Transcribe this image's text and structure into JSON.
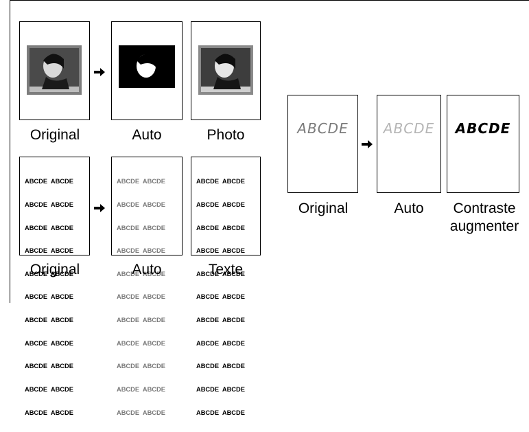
{
  "photo_row": {
    "labels": {
      "original": "Original",
      "auto": "Auto",
      "photo": "Photo"
    }
  },
  "text_row": {
    "labels": {
      "original": "Original",
      "auto": "Auto",
      "texte": "Texte"
    },
    "sample_text": "ABCDE  ABCDE"
  },
  "contrast_row": {
    "labels": {
      "original": "Original",
      "auto": "Auto",
      "contrast_line1": "Contraste",
      "contrast_line2": "augmenter"
    },
    "handwriting_text": "ABCDE"
  },
  "colors": {
    "black": "#000000",
    "gray_text": "#7a7a7a",
    "light_gray_text": "#b5b5b5",
    "photo_dark": "#2b2b2b"
  },
  "icons": {
    "arrow": "right-arrow-icon"
  }
}
